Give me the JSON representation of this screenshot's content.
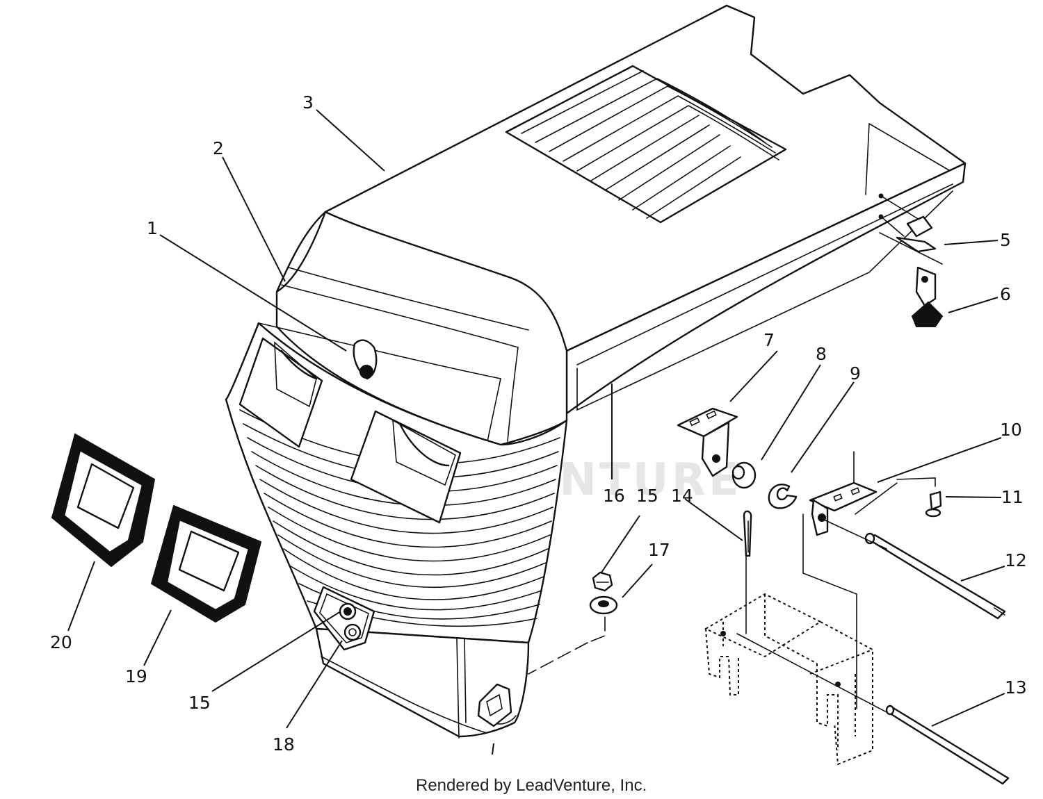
{
  "callouts": [
    {
      "label": "1"
    },
    {
      "label": "2"
    },
    {
      "label": "3"
    },
    {
      "label": "5"
    },
    {
      "label": "6"
    },
    {
      "label": "7"
    },
    {
      "label": "8"
    },
    {
      "label": "9"
    },
    {
      "label": "10"
    },
    {
      "label": "11"
    },
    {
      "label": "12"
    },
    {
      "label": "13"
    },
    {
      "label": "14"
    },
    {
      "label": "15"
    },
    {
      "label": "16"
    },
    {
      "label": "17"
    },
    {
      "label": "18"
    },
    {
      "label": "19"
    },
    {
      "label": "20"
    },
    {
      "label": "15"
    }
  ],
  "watermark": "LEADVENTURE",
  "footer": "Rendered by LeadVenture, Inc.",
  "colors": {
    "ink": "#111111",
    "background": "#ffffff",
    "watermark": "#e6e6e6"
  }
}
